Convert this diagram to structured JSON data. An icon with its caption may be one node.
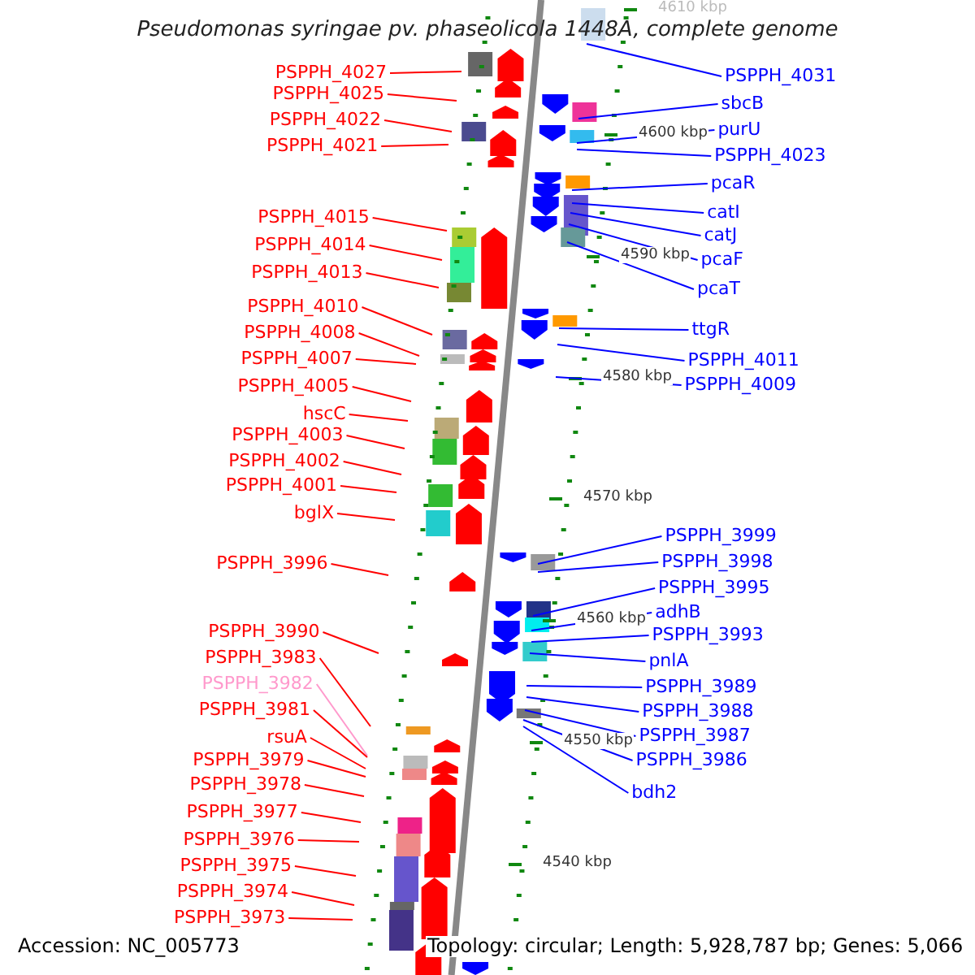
{
  "diagram": {
    "title": "Pseudomonas syringae pv. phaseolicola 1448A, complete genome",
    "nodes": [
      {
        "text": [
          "PSPPH_4027"
        ]
      },
      {
        "text": [
          "PSPPH_4025"
        ]
      },
      {
        "text": [
          "PSPPH_4022"
        ]
      },
      {
        "text": [
          "PSPPH_4021"
        ]
      },
      {
        "text": [
          "PSPPH_4015"
        ]
      },
      {
        "text": [
          "PSPPH_4014"
        ]
      },
      {
        "text": [
          "PSPPH_4013"
        ]
      },
      {
        "text": [
          "PSPPH_4010"
        ]
      },
      {
        "text": [
          "PSPPH_4008"
        ]
      },
      {
        "text": [
          "PSPPH_4007"
        ]
      },
      {
        "text": [
          "PSPPH_4005"
        ]
      },
      {
        "text": [
          "hscC"
        ]
      },
      {
        "text": [
          "PSPPH_4003"
        ]
      },
      {
        "text": [
          "PSPPH_4002"
        ]
      },
      {
        "text": [
          "PSPPH_4001"
        ]
      },
      {
        "text": [
          "bglX"
        ]
      },
      {
        "text": [
          "PSPPH_3996"
        ]
      },
      {
        "text": [
          "PSPPH_3990"
        ]
      },
      {
        "text": [
          "PSPPH_3983"
        ]
      },
      {
        "text": [
          "PSPPH_3982"
        ]
      },
      {
        "text": [
          "PSPPH_3981"
        ]
      },
      {
        "text": [
          "rsuA"
        ]
      },
      {
        "text": [
          "PSPPH_3979"
        ]
      },
      {
        "text": [
          "PSPPH_3978"
        ]
      },
      {
        "text": [
          "PSPPH_3977"
        ]
      },
      {
        "text": [
          "PSPPH_3976"
        ]
      },
      {
        "text": [
          "PSPPH_3975"
        ]
      },
      {
        "text": [
          "PSPPH_3974"
        ]
      },
      {
        "text": [
          "PSPPH_3973"
        ]
      },
      {
        "text": [
          "PSPPH_4031"
        ]
      },
      {
        "text": [
          "sbcB"
        ]
      },
      {
        "text": [
          "purU"
        ]
      },
      {
        "text": [
          "PSPPH_4023"
        ]
      },
      {
        "text": [
          "pcaR"
        ]
      },
      {
        "text": [
          "catI"
        ]
      },
      {
        "text": [
          "catJ"
        ]
      },
      {
        "text": [
          "pcaF"
        ]
      },
      {
        "text": [
          "pcaT"
        ]
      },
      {
        "text": [
          "ttgR"
        ]
      },
      {
        "text": [
          "PSPPH_4011"
        ]
      },
      {
        "text": [
          "PSPPH_4009"
        ]
      },
      {
        "text": [
          "PSPPH_3999"
        ]
      },
      {
        "text": [
          "PSPPH_3998"
        ]
      },
      {
        "text": [
          "PSPPH_3995"
        ]
      },
      {
        "text": [
          "adhB"
        ]
      },
      {
        "text": [
          "PSPPH_3993"
        ]
      },
      {
        "text": [
          "pnlA"
        ]
      },
      {
        "text": [
          "PSPPH_3989"
        ]
      },
      {
        "text": [
          "PSPPH_3988"
        ]
      },
      {
        "text": [
          "PSPPH_3987"
        ]
      },
      {
        "text": [
          "PSPPH_3986"
        ]
      },
      {
        "text": [
          "bdh2"
        ]
      }
    ],
    "edges": [
      {
        "from": 0,
        "to": null,
        "arrow": "none",
        "color": "#ff0000"
      },
      {
        "from": 1,
        "to": null,
        "arrow": "none",
        "color": "#ff0000"
      },
      {
        "from": 2,
        "to": null,
        "arrow": "none",
        "color": "#ff0000"
      },
      {
        "from": 3,
        "to": null,
        "arrow": "none",
        "color": "#ff0000"
      },
      {
        "from": 4,
        "to": null,
        "arrow": "none",
        "color": "#ff0000"
      },
      {
        "from": 5,
        "to": null,
        "arrow": "none",
        "color": "#ff0000"
      },
      {
        "from": 6,
        "to": null,
        "arrow": "none",
        "color": "#ff0000"
      },
      {
        "from": 7,
        "to": null,
        "arrow": "none",
        "color": "#ff0000"
      },
      {
        "from": 8,
        "to": null,
        "arrow": "none",
        "color": "#ff0000"
      },
      {
        "from": 9,
        "to": null,
        "arrow": "none",
        "color": "#ff0000"
      },
      {
        "from": 10,
        "to": null,
        "arrow": "none",
        "color": "#ff0000"
      },
      {
        "from": 11,
        "to": null,
        "arrow": "none",
        "color": "#ff0000"
      },
      {
        "from": 12,
        "to": null,
        "arrow": "none",
        "color": "#ff0000"
      },
      {
        "from": 13,
        "to": null,
        "arrow": "none",
        "color": "#ff0000"
      },
      {
        "from": 14,
        "to": null,
        "arrow": "none",
        "color": "#ff0000"
      },
      {
        "from": 15,
        "to": null,
        "arrow": "none",
        "color": "#ff0000"
      },
      {
        "from": 16,
        "to": null,
        "arrow": "none",
        "color": "#ff0000"
      },
      {
        "from": 17,
        "to": null,
        "arrow": "none",
        "color": "#ff0000"
      },
      {
        "from": 18,
        "to": null,
        "arrow": "none",
        "color": "#ff0000"
      },
      {
        "from": 19,
        "to": null,
        "arrow": "none",
        "color": "#ff99cc"
      },
      {
        "from": 20,
        "to": null,
        "arrow": "none",
        "color": "#ff0000"
      },
      {
        "from": 21,
        "to": null,
        "arrow": "none",
        "color": "#ff0000"
      },
      {
        "from": 22,
        "to": null,
        "arrow": "none",
        "color": "#ff0000"
      },
      {
        "from": 23,
        "to": null,
        "arrow": "none",
        "color": "#ff0000"
      },
      {
        "from": 24,
        "to": null,
        "arrow": "none",
        "color": "#ff0000"
      },
      {
        "from": 25,
        "to": null,
        "arrow": "none",
        "color": "#ff0000"
      },
      {
        "from": 26,
        "to": null,
        "arrow": "none",
        "color": "#ff0000"
      },
      {
        "from": 27,
        "to": null,
        "arrow": "none",
        "color": "#ff0000"
      },
      {
        "from": 28,
        "to": null,
        "arrow": "none",
        "color": "#ff0000"
      },
      {
        "from": 29,
        "to": null,
        "arrow": "none",
        "color": "#0000ff"
      },
      {
        "from": 30,
        "to": null,
        "arrow": "none",
        "color": "#0000ff"
      },
      {
        "from": 31,
        "to": null,
        "arrow": "none",
        "color": "#0000ff"
      },
      {
        "from": 32,
        "to": null,
        "arrow": "none",
        "color": "#0000ff"
      },
      {
        "from": 33,
        "to": null,
        "arrow": "none",
        "color": "#0000ff"
      },
      {
        "from": 34,
        "to": null,
        "arrow": "none",
        "color": "#0000ff"
      },
      {
        "from": 35,
        "to": null,
        "arrow": "none",
        "color": "#0000ff"
      },
      {
        "from": 36,
        "to": null,
        "arrow": "none",
        "color": "#0000ff"
      },
      {
        "from": 37,
        "to": null,
        "arrow": "none",
        "color": "#0000ff"
      },
      {
        "from": 38,
        "to": null,
        "arrow": "none",
        "color": "#0000ff"
      },
      {
        "from": 39,
        "to": null,
        "arrow": "none",
        "color": "#0000ff"
      },
      {
        "from": 40,
        "to": null,
        "arrow": "none",
        "color": "#0000ff"
      },
      {
        "from": 41,
        "to": null,
        "arrow": "none",
        "color": "#0000ff"
      },
      {
        "from": 42,
        "to": null,
        "arrow": "none",
        "color": "#0000ff"
      },
      {
        "from": 43,
        "to": null,
        "arrow": "none",
        "color": "#0000ff"
      },
      {
        "from": 44,
        "to": null,
        "arrow": "none",
        "color": "#0000ff"
      },
      {
        "from": 45,
        "to": null,
        "arrow": "none",
        "color": "#0000ff"
      },
      {
        "from": 46,
        "to": null,
        "arrow": "none",
        "color": "#0000ff"
      },
      {
        "from": 47,
        "to": null,
        "arrow": "none",
        "color": "#0000ff"
      },
      {
        "from": 48,
        "to": null,
        "arrow": "none",
        "color": "#0000ff"
      },
      {
        "from": 49,
        "to": null,
        "arrow": "none",
        "color": "#0000ff"
      },
      {
        "from": 50,
        "to": null,
        "arrow": "none",
        "color": "#0000ff"
      },
      {
        "from": 51,
        "to": null,
        "arrow": "none",
        "color": "#0000ff"
      }
    ],
    "labels": [
      "4610 kbp",
      "4600 kbp",
      "4590 kbp",
      "4580 kbp",
      "4570 kbp",
      "4560 kbp",
      "4550 kbp",
      "4540 kbp",
      "Accession: NC_005773",
      "Topology: circular; Length: 5,928,787 bp; Genes: 5,066"
    ]
  }
}
